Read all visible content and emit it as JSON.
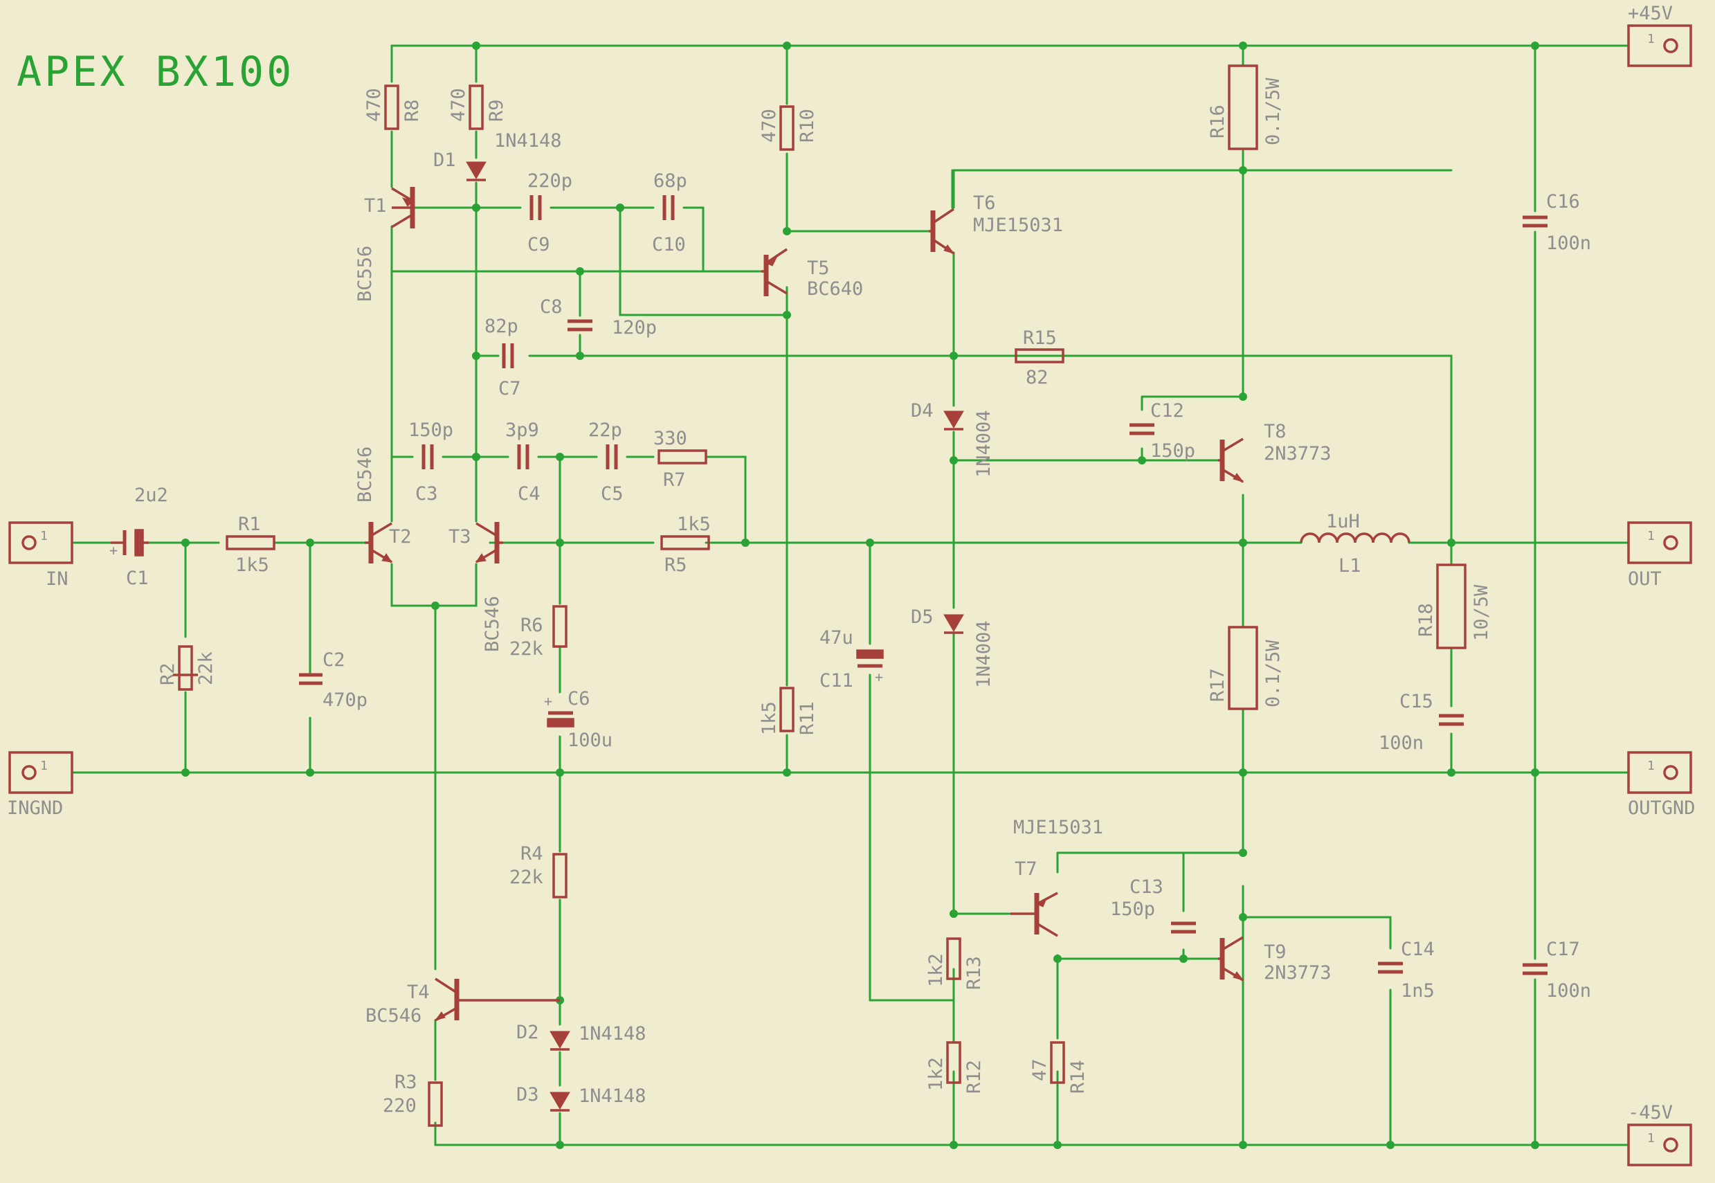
{
  "title": "APEX BX100",
  "connectors": [
    {
      "id": "IN",
      "label": "IN",
      "pin": "1"
    },
    {
      "id": "INGND",
      "label": "INGND",
      "pin": "1"
    },
    {
      "id": "OUT",
      "label": "OUT",
      "pin": "1"
    },
    {
      "id": "OUTGND",
      "label": "OUTGND",
      "pin": "1"
    },
    {
      "id": "VP",
      "label": "+45V",
      "pin": "1"
    },
    {
      "id": "VN",
      "label": "-45V",
      "pin": "1"
    }
  ],
  "resistors": [
    {
      "ref": "R1",
      "value": "1k5"
    },
    {
      "ref": "R2",
      "value": "22k"
    },
    {
      "ref": "R3",
      "value": "220"
    },
    {
      "ref": "R4",
      "value": "22k"
    },
    {
      "ref": "R5",
      "value": "1k5"
    },
    {
      "ref": "R6",
      "value": "22k"
    },
    {
      "ref": "R7",
      "value": "330"
    },
    {
      "ref": "R8",
      "value": "470"
    },
    {
      "ref": "R9",
      "value": "470"
    },
    {
      "ref": "R10",
      "value": "470"
    },
    {
      "ref": "R11",
      "value": "1k5"
    },
    {
      "ref": "R12",
      "value": "1k2"
    },
    {
      "ref": "R13",
      "value": "1k2"
    },
    {
      "ref": "R14",
      "value": "47"
    },
    {
      "ref": "R15",
      "value": "82"
    },
    {
      "ref": "R16",
      "value": "0.1/5W"
    },
    {
      "ref": "R17",
      "value": "0.1/5W"
    },
    {
      "ref": "R18",
      "value": "10/5W"
    }
  ],
  "capacitors": [
    {
      "ref": "C1",
      "value": "2u2"
    },
    {
      "ref": "C2",
      "value": "470p"
    },
    {
      "ref": "C3",
      "value": "150p"
    },
    {
      "ref": "C4",
      "value": "3p9"
    },
    {
      "ref": "C5",
      "value": "22p"
    },
    {
      "ref": "C6",
      "value": "100u"
    },
    {
      "ref": "C7",
      "value": "82p"
    },
    {
      "ref": "C8",
      "value": "120p"
    },
    {
      "ref": "C9",
      "value": "220p"
    },
    {
      "ref": "C10",
      "value": "68p"
    },
    {
      "ref": "C11",
      "value": "47u"
    },
    {
      "ref": "C12",
      "value": "150p"
    },
    {
      "ref": "C13",
      "value": "150p"
    },
    {
      "ref": "C14",
      "value": "1n5"
    },
    {
      "ref": "C15",
      "value": "100n"
    },
    {
      "ref": "C16",
      "value": "100n"
    },
    {
      "ref": "C17",
      "value": "100n"
    }
  ],
  "transistors": [
    {
      "ref": "T1",
      "value": "BC556"
    },
    {
      "ref": "T2",
      "value": "BC546"
    },
    {
      "ref": "T3",
      "value": "BC546"
    },
    {
      "ref": "T4",
      "value": "BC546"
    },
    {
      "ref": "T5",
      "value": "BC640"
    },
    {
      "ref": "T6",
      "value": "MJE15031"
    },
    {
      "ref": "T7",
      "value": "MJE15031"
    },
    {
      "ref": "T8",
      "value": "2N3773"
    },
    {
      "ref": "T9",
      "value": "2N3773"
    }
  ],
  "diodes": [
    {
      "ref": "D1",
      "value": "1N4148"
    },
    {
      "ref": "D2",
      "value": "1N4148"
    },
    {
      "ref": "D3",
      "value": "1N4148"
    },
    {
      "ref": "D4",
      "value": "1N4004"
    },
    {
      "ref": "D5",
      "value": "1N4004"
    }
  ],
  "inductors": [
    {
      "ref": "L1",
      "value": "1uH"
    }
  ],
  "colors": {
    "background": "#efecd0",
    "wire": "#2aa335",
    "component": "#a5403a",
    "label": "#8e8e8e",
    "title": "#2aa335"
  }
}
